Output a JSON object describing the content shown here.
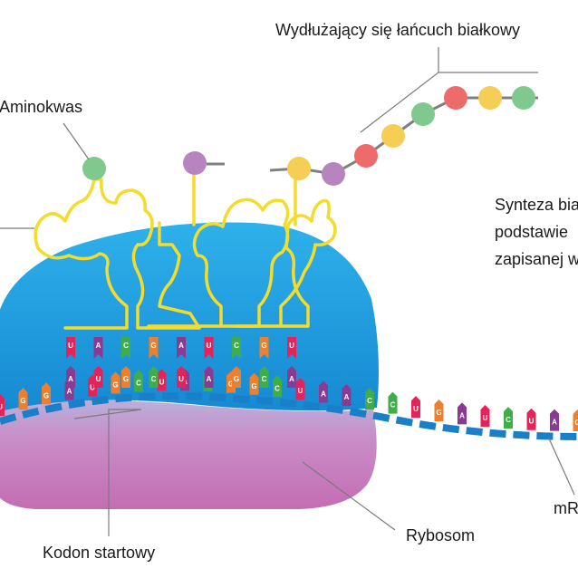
{
  "labels": {
    "chain": "Wydłużający się łańcuch białkowy",
    "aminoacid": "Aminokwas",
    "ribosome": "Rybosom",
    "start_codon": "Kodon startowy",
    "mrna": "mR"
  },
  "side_text": [
    "Synteza bia",
    "podstawie",
    "zapisanej w"
  ],
  "colors": {
    "ribosome_top": "#1a9fe0",
    "ribosome_bottom": "#c978b8",
    "trna": "#f3dc2c",
    "mrna_backbone": "#1a7fc9",
    "amino_green": "#7fc98f",
    "amino_purple": "#b784c0",
    "amino_red": "#ee6b6b",
    "amino_yellow": "#f6cd55",
    "chain_link": "#808080",
    "base_U": "#e3235a",
    "base_A": "#8a3a92",
    "base_G": "#ee7f2d",
    "base_C": "#3fae49"
  },
  "codon_pairs": [
    {
      "top": "U",
      "bottom": "A"
    },
    {
      "top": "A",
      "bottom": "U"
    },
    {
      "top": "C",
      "bottom": "G"
    },
    {
      "top": "G",
      "bottom": "C"
    },
    {
      "top": "A",
      "bottom": "U"
    },
    {
      "top": "U",
      "bottom": "A"
    },
    {
      "top": "C",
      "bottom": "G"
    },
    {
      "top": "G",
      "bottom": "C"
    },
    {
      "top": "U",
      "bottom": "A"
    }
  ],
  "mrna_bases": [
    "U",
    "G",
    "G",
    "A",
    "U",
    "G",
    "C",
    "U",
    "A",
    "C",
    "G",
    "G",
    "C",
    "U",
    "A",
    "A",
    "C",
    "C",
    "U",
    "G",
    "A",
    "U",
    "C",
    "U",
    "A",
    "G"
  ],
  "chain_beads": [
    "yellow",
    "purple",
    "red",
    "yellow",
    "green",
    "red",
    "yellow",
    "green"
  ],
  "free_amino": [
    "green",
    "purple"
  ]
}
